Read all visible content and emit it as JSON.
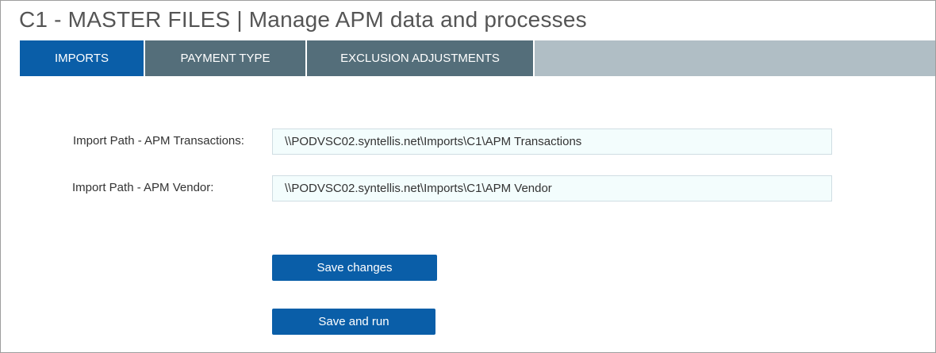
{
  "header": {
    "title": "C1 - MASTER FILES | Manage APM data and processes"
  },
  "tabs": [
    {
      "label": "IMPORTS",
      "active": true
    },
    {
      "label": "PAYMENT TYPE",
      "active": false
    },
    {
      "label": "EXCLUSION ADJUSTMENTS",
      "active": false
    }
  ],
  "form": {
    "transactions": {
      "label": "Import Path - APM Transactions:",
      "value": "\\\\PODVSC02.syntellis.net\\Imports\\C1\\APM Transactions"
    },
    "vendor": {
      "label": "Import Path - APM Vendor:",
      "value": "\\\\PODVSC02.syntellis.net\\Imports\\C1\\APM Vendor"
    }
  },
  "actions": {
    "save_label": "Save changes",
    "run_label": "Save and run"
  },
  "colors": {
    "primary": "#0a5ea8",
    "tab_inactive": "#546e7a",
    "tab_bar": "#b0bec5",
    "input_background": "#f3fdfd"
  }
}
